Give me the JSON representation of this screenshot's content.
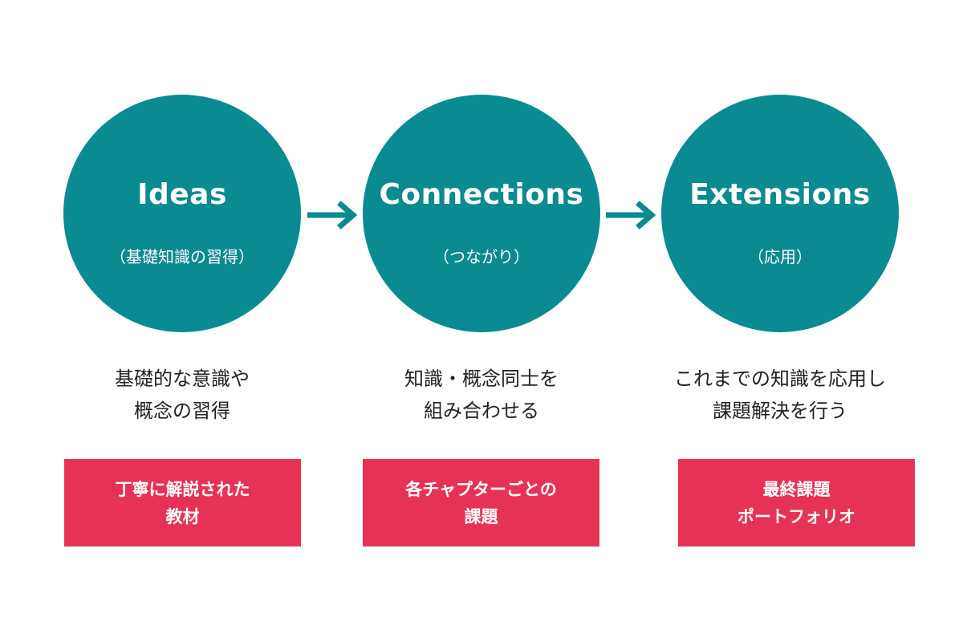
{
  "colors": {
    "circle": "#0a8a91",
    "arrow": "#0a8a91",
    "box": "#e63355",
    "text_dark": "#222222",
    "text_light": "#ffffff"
  },
  "stages": [
    {
      "title": "Ideas",
      "subtitle": "（基礎知識の習得）",
      "description": [
        "基礎的な意識や",
        "概念の習得"
      ],
      "box": [
        "丁寧に解説された",
        "教材"
      ]
    },
    {
      "title": "Connections",
      "subtitle": "（つながり）",
      "description": [
        "知識・概念同士を",
        "組み合わせる"
      ],
      "box": [
        "各チャプターごとの",
        "課題"
      ]
    },
    {
      "title": "Extensions",
      "subtitle": "（応用）",
      "description": [
        "これまでの知識を応用し",
        "課題解決を行う"
      ],
      "box": [
        "最終課題",
        "ポートフォリオ"
      ]
    }
  ],
  "arrows": [
    {
      "from": "Ideas",
      "to": "Connections",
      "icon": "right-arrow-icon"
    },
    {
      "from": "Connections",
      "to": "Extensions",
      "icon": "right-arrow-icon"
    }
  ]
}
